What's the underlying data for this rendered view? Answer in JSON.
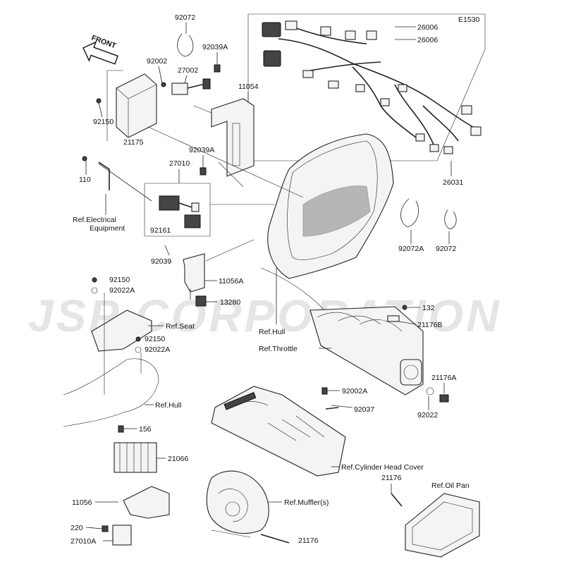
{
  "diagram_code": "E1530",
  "watermark": "JSP CORPORATION",
  "front_arrow": "FRONT",
  "parts": {
    "p92072_top": "92072",
    "p92039A_top": "92039A",
    "p92002": "92002",
    "p27002": "27002",
    "p11054": "11054",
    "p92150_left": "92150",
    "p21175": "21175",
    "p92039A_mid": "92039A",
    "p27010": "27010",
    "p110": "110",
    "p92161": "92161",
    "p92039": "92039",
    "p11056A": "11056A",
    "p13280": "13280",
    "p26006_a": "26006",
    "p26006_b": "26006",
    "p26031": "26031",
    "p92072A": "92072A",
    "p92072_right": "92072",
    "p92150_seat1": "92150",
    "p92022A_seat1": "92022A",
    "p92150_seat2": "92150",
    "p92022A_seat2": "92022A",
    "p132": "132",
    "p21176B": "21176B",
    "p21176A": "21176A",
    "p92022": "92022",
    "p92002A": "92002A",
    "p92037": "92037",
    "p156": "156",
    "p21066": "21066",
    "p11056": "11056",
    "p220": "220",
    "p27010A": "27010A",
    "p21176_top": "21176",
    "p21176_bottom": "21176"
  },
  "references": {
    "electrical_line1": "Ref.Electrical",
    "electrical_line2": "Equipment",
    "hull_mid": "Ref.Hull",
    "throttle": "Ref.Throttle",
    "seat": "Ref.Seat",
    "hull_left": "Ref.Hull",
    "cylinder_head_cover": "Ref.Cylinder Head Cover",
    "mufflers": "Ref.Muffler(s)",
    "oil_pan": "Ref.Oil Pan"
  }
}
